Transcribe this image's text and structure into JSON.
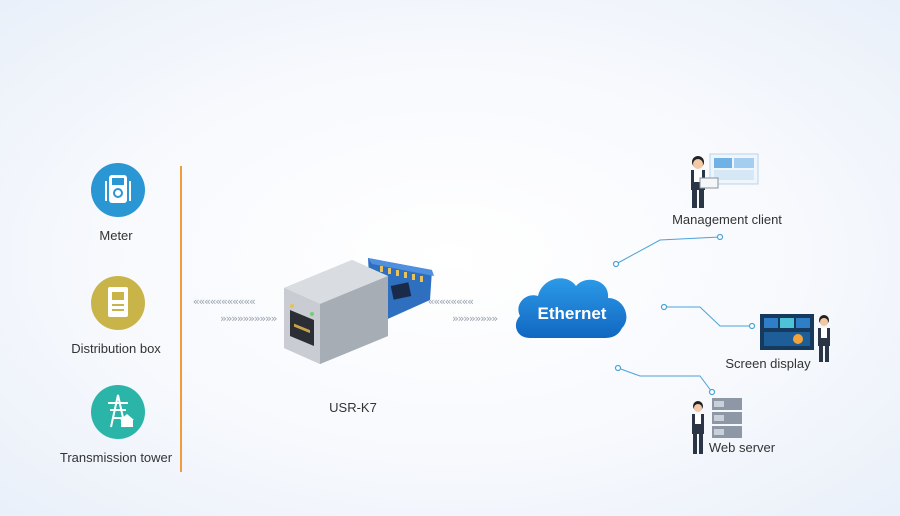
{
  "left_devices": [
    {
      "label": "Meter",
      "icon": "meter-icon",
      "color": "#2a97d4"
    },
    {
      "label": "Distribution box",
      "icon": "distribution-box-icon",
      "color": "#c9b44a"
    },
    {
      "label": "Transmission tower",
      "icon": "transmission-tower-icon",
      "color": "#2bb5a9"
    }
  ],
  "module": {
    "label": "USR-K7"
  },
  "network": {
    "label": "Ethernet"
  },
  "right_clients": [
    {
      "label": "Management client",
      "icon": "management-client-icon"
    },
    {
      "label": "Screen display",
      "icon": "screen-display-icon"
    },
    {
      "label": "Web server",
      "icon": "web-server-icon"
    }
  ],
  "colors": {
    "accent_line": "#f29b3b",
    "link": "#4aa3d8",
    "cloud": "#1d7fd0"
  }
}
